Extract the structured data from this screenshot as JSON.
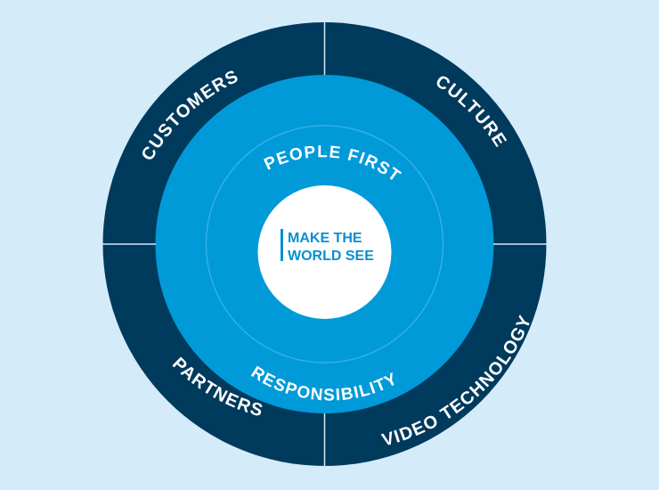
{
  "colors": {
    "background": "#d4ebfa",
    "outer_ring": "#003a5c",
    "middle_ring": "#009ad9",
    "inner_ring_line": "#3fb3e8",
    "divider": "#d4ebfa",
    "center_fill": "#ffffff",
    "center_text": "#0a8fd1",
    "label_text": "#ffffff"
  },
  "outer_ring": {
    "segments": [
      {
        "label": "CUSTOMERS",
        "quadrant": "top-left"
      },
      {
        "label": "CULTURE",
        "quadrant": "top-right"
      },
      {
        "label": "PARTNERS",
        "quadrant": "bottom-left"
      },
      {
        "label": "VIDEO TECHNOLOGY",
        "quadrant": "bottom-right"
      }
    ]
  },
  "middle_ring": {
    "top_label": "PEOPLE FIRST",
    "bottom_label": "RESPONSIBILITY"
  },
  "center": {
    "line1": "MAKE THE",
    "line2": "WORLD SEE"
  }
}
